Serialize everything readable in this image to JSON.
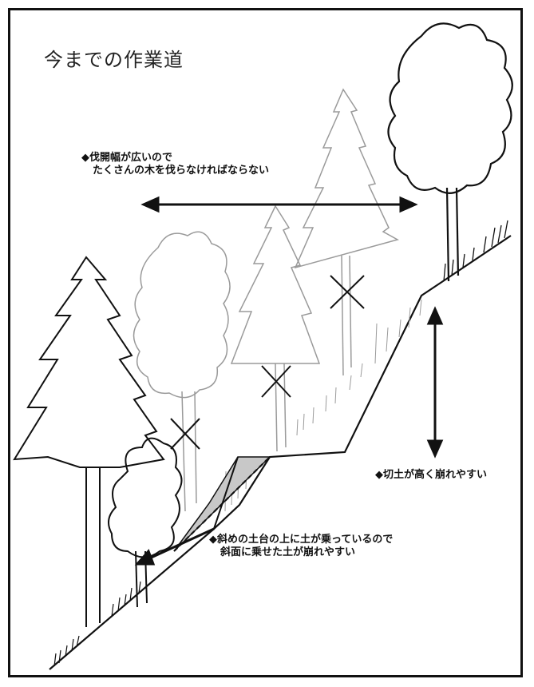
{
  "diagram": {
    "title": "今までの作業道",
    "annotations": {
      "wide_clearing": {
        "line1": "◆伐開幅が広いので",
        "line2": "たくさんの木を伐らなければならない"
      },
      "high_cut": {
        "line1": "◆切土が高く崩れやすい"
      },
      "fill_slope": {
        "line1": "◆斜めの土台の上に土が乗っているので",
        "line2": "斜面に乗せた土が崩れやすい"
      }
    },
    "symbols": {
      "cut_tree_mark": "x-mark",
      "arrow": "double-arrow"
    },
    "colors": {
      "ink": "#111111",
      "pencil": "#9a9a9a",
      "fill_soil": "#c8c8c8"
    }
  }
}
